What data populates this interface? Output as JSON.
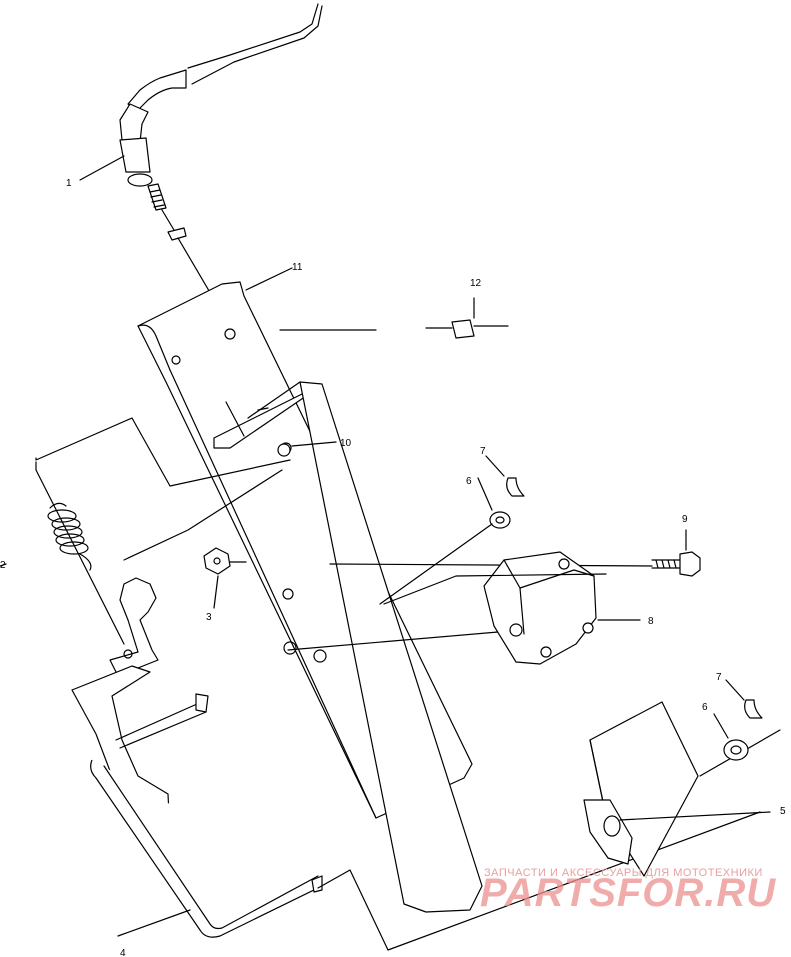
{
  "callouts": [
    {
      "id": "callout-1",
      "label": "1"
    },
    {
      "id": "callout-2",
      "label": "2"
    },
    {
      "id": "callout-3",
      "label": "3"
    },
    {
      "id": "callout-4",
      "label": "4"
    },
    {
      "id": "callout-5",
      "label": "5"
    },
    {
      "id": "callout-6a",
      "label": "6"
    },
    {
      "id": "callout-6b",
      "label": "6"
    },
    {
      "id": "callout-7a",
      "label": "7"
    },
    {
      "id": "callout-7b",
      "label": "7"
    },
    {
      "id": "callout-8",
      "label": "8"
    },
    {
      "id": "callout-9",
      "label": "9"
    },
    {
      "id": "callout-10",
      "label": "10"
    },
    {
      "id": "callout-11",
      "label": "11"
    },
    {
      "id": "callout-12",
      "label": "12"
    }
  ],
  "watermark": {
    "tagline": "ЗАПЧАСТИ И АКСЕССУАРЫ ДЛЯ МОТОТЕХНИКИ",
    "brand": "PARTSFOR.RU",
    "color": "#ec8f8f"
  }
}
